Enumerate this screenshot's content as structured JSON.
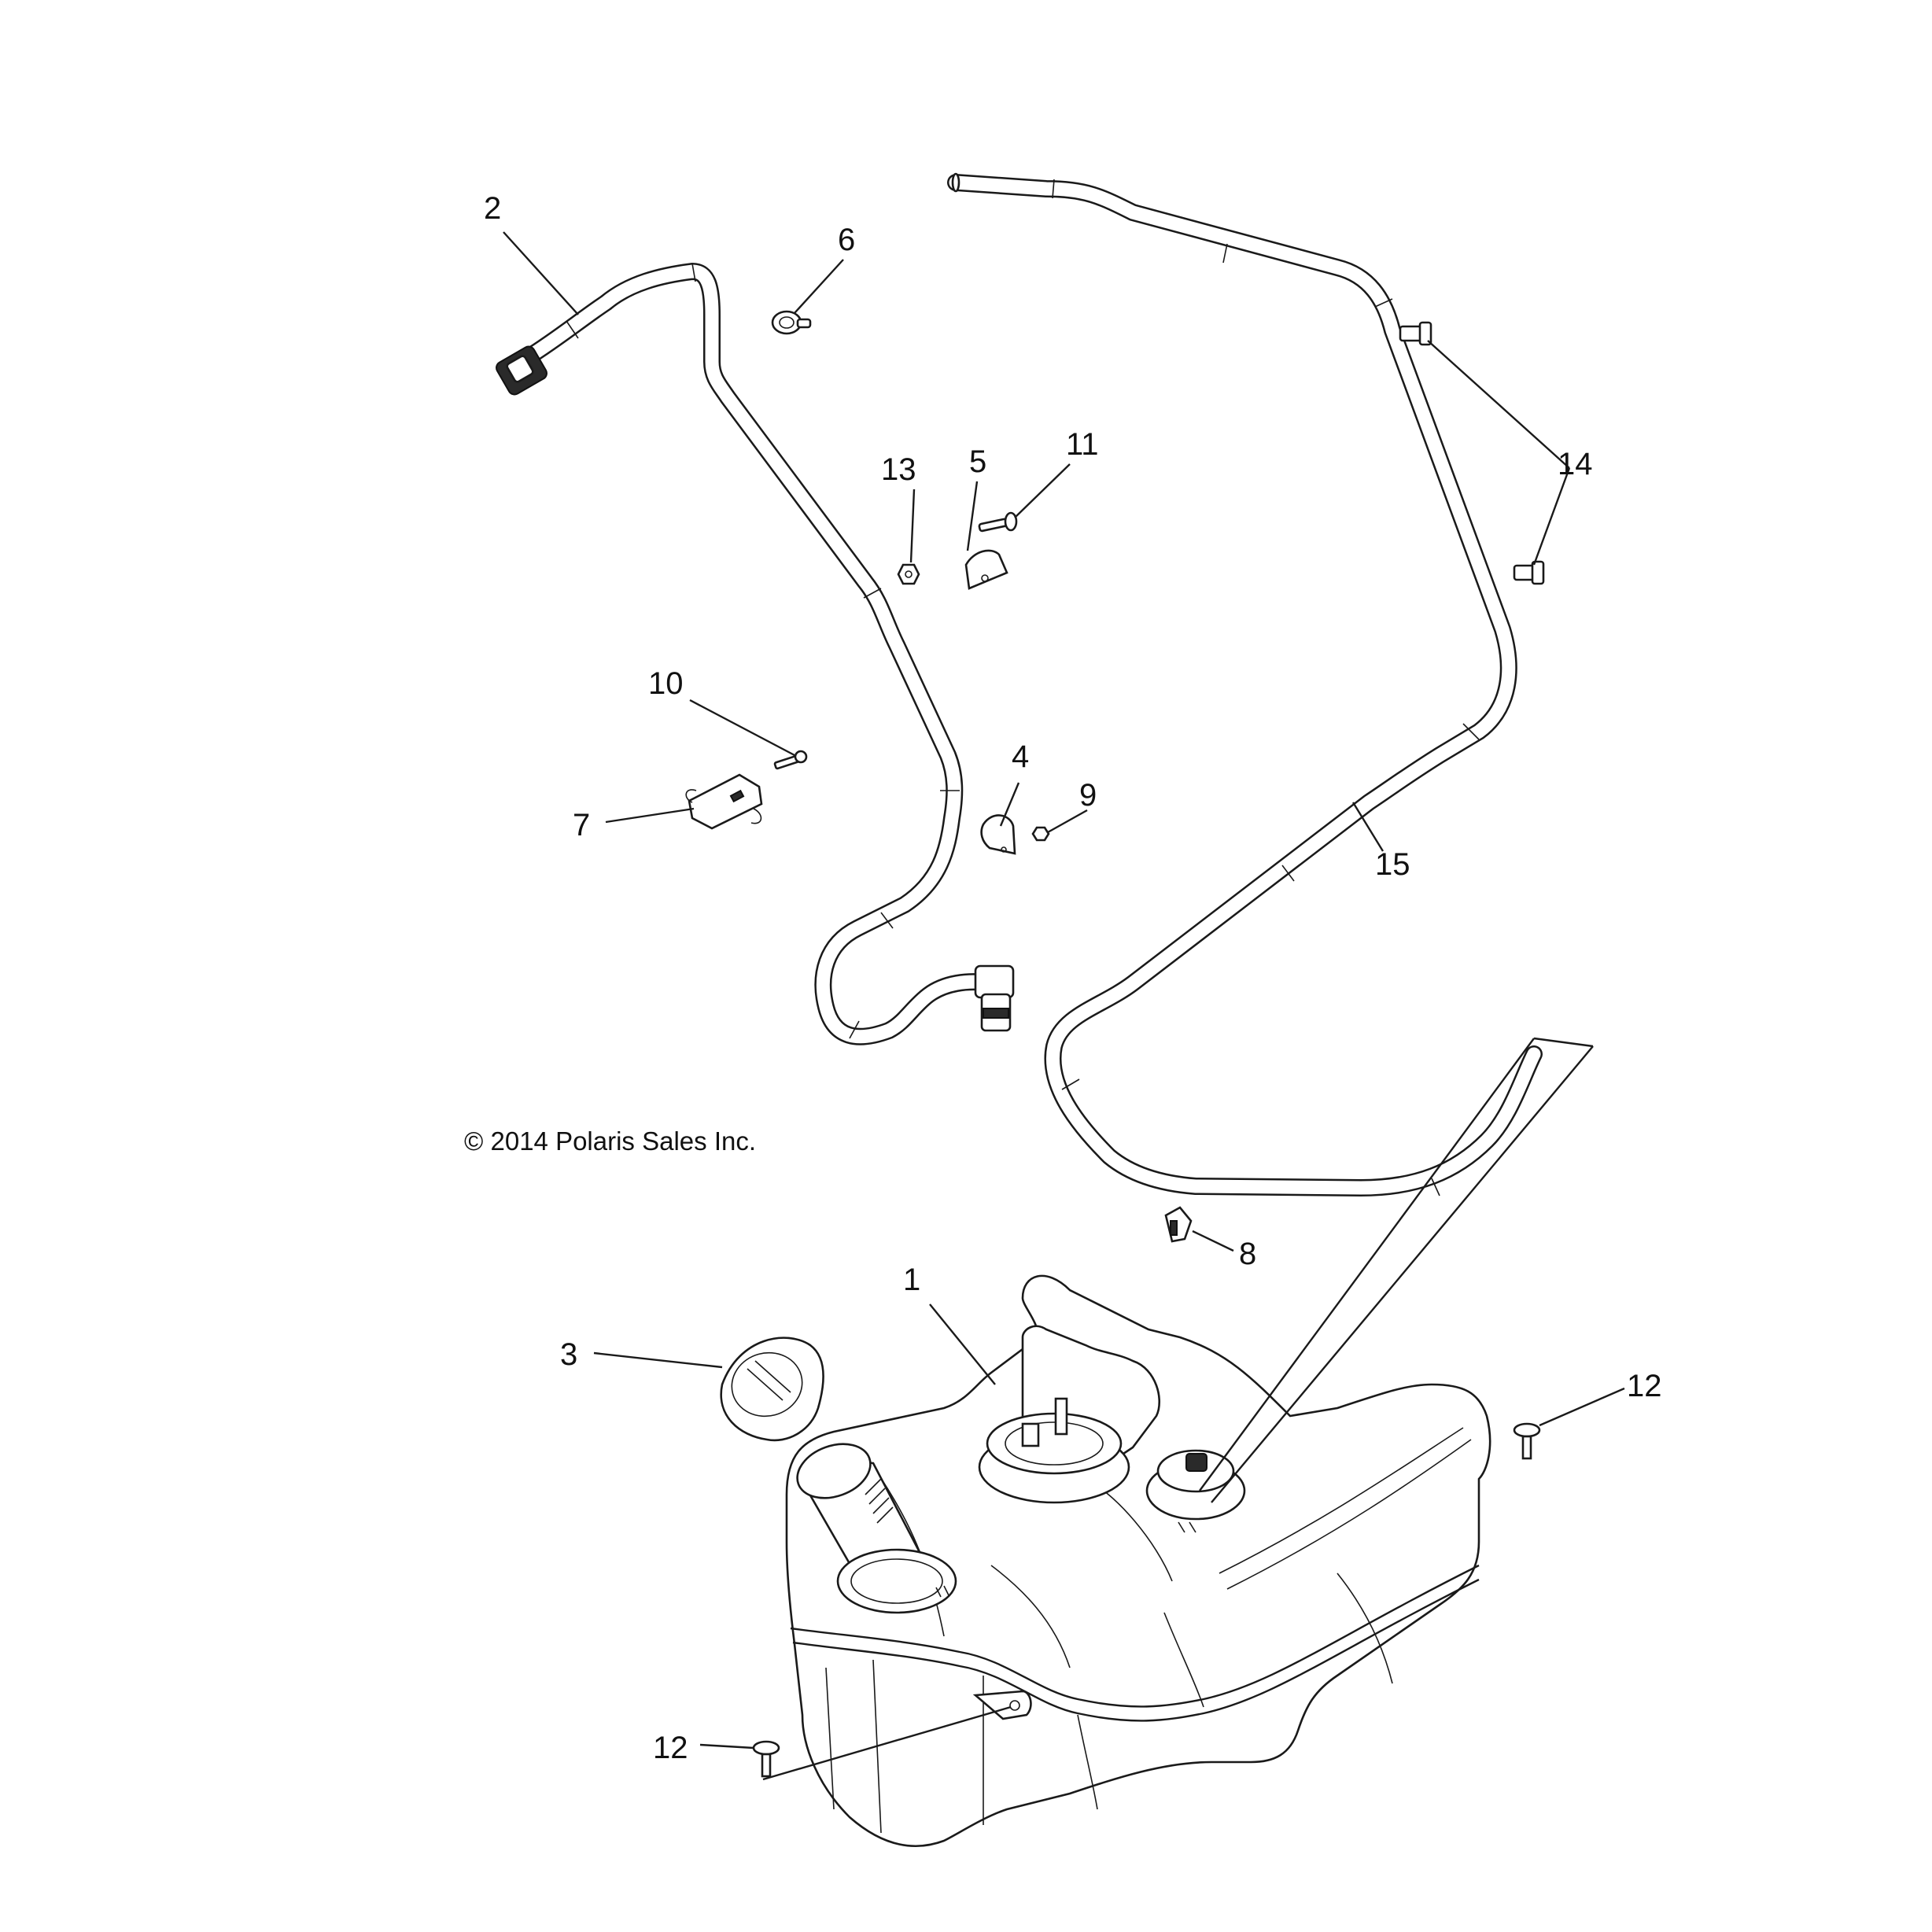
{
  "copyright": "© 2014 Polaris Sales Inc.",
  "callouts": {
    "c1": "1",
    "c2": "2",
    "c3": "3",
    "c4": "4",
    "c5": "5",
    "c6": "6",
    "c7": "7",
    "c8": "8",
    "c9": "9",
    "c10": "10",
    "c11": "11",
    "c12a": "12",
    "c12b": "12",
    "c13": "13",
    "c14": "14",
    "c15": "15"
  }
}
